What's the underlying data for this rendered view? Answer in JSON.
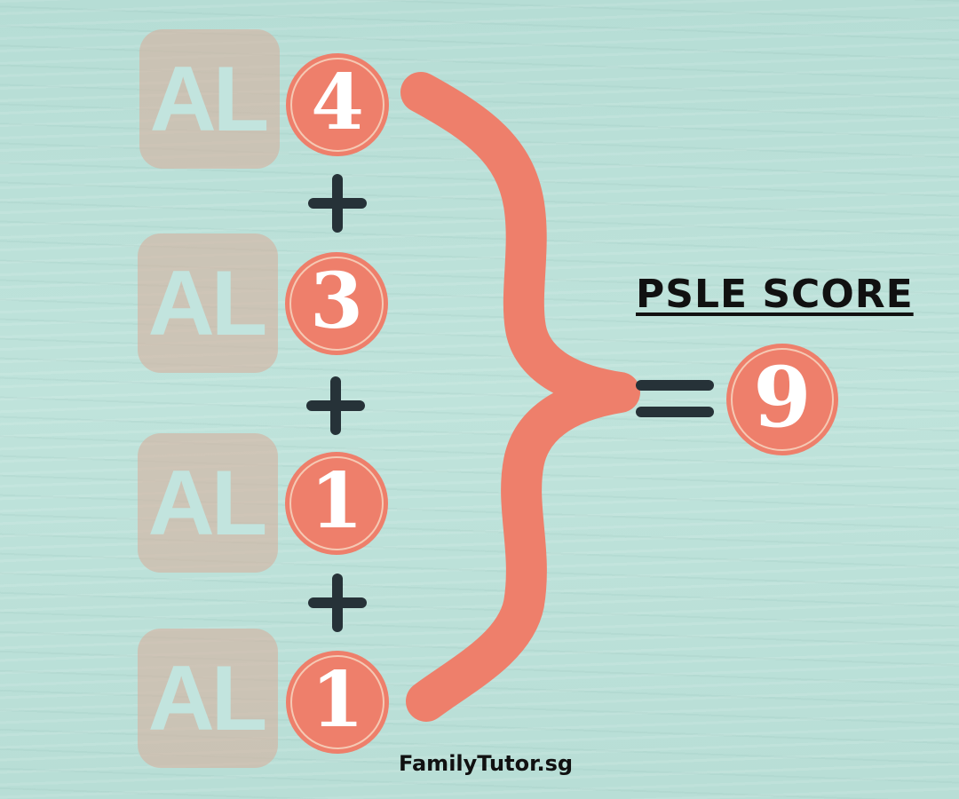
{
  "rows": [
    {
      "prefix": "AL",
      "grade": "4"
    },
    {
      "prefix": "AL",
      "grade": "3"
    },
    {
      "prefix": "AL",
      "grade": "1"
    },
    {
      "prefix": "AL",
      "grade": "1"
    }
  ],
  "operators": {
    "plus": "+",
    "equals": "="
  },
  "result": {
    "title": "PSLE SCORE",
    "score": "9"
  },
  "brand": "FamilyTutor.sg",
  "colors": {
    "background": "#b9e0d8",
    "accent_coral": "#ee7f6b",
    "al_box": "#d5b2a0",
    "al_text": "#c2e4de",
    "dark": "#263238",
    "text": "#111111"
  }
}
